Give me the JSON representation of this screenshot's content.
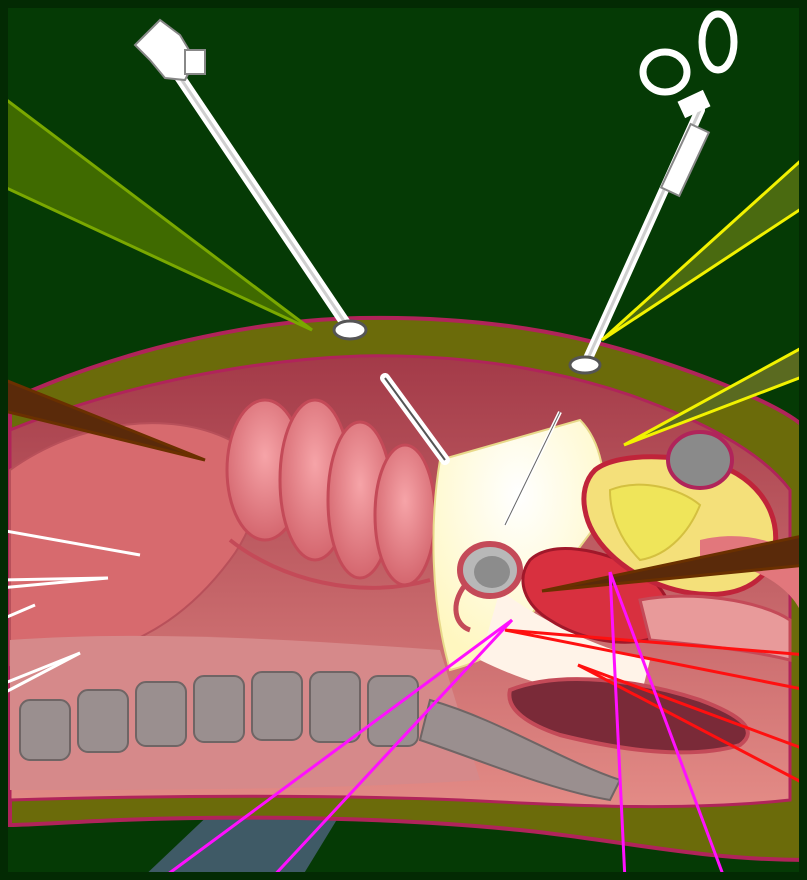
{
  "colors": {
    "background": "#053a05",
    "abdominal_wall": "#6b6b0a",
    "wall_edge": "#b0245a",
    "cavity": "#c86a70",
    "bowel": "#e98a8f",
    "bowel_dark": "#c55a62",
    "spine": "#9a8f8f",
    "bladder_fill": "#efe55a",
    "uterus": "#d8303f",
    "ovary": "#8c8c8c",
    "laparoscope_light": "#fffbd0",
    "pointer_green": "#7aa800",
    "pointer_yellow": "#f2f200",
    "pointer_brown": "#6a3000",
    "pointer_white": "#ffffff",
    "pointer_red": "#ff1010",
    "pointer_magenta": "#ff10ff",
    "pointer_slate": "#3f5a66"
  },
  "instruments": [
    {
      "icon": "laparoscope-icon"
    },
    {
      "icon": "scissors-grasper-icon"
    }
  ],
  "illustration": {
    "structures": [
      "abdominal-wall",
      "small-intestine",
      "colon",
      "spine",
      "bladder",
      "uterus",
      "ovary",
      "rectum"
    ]
  }
}
